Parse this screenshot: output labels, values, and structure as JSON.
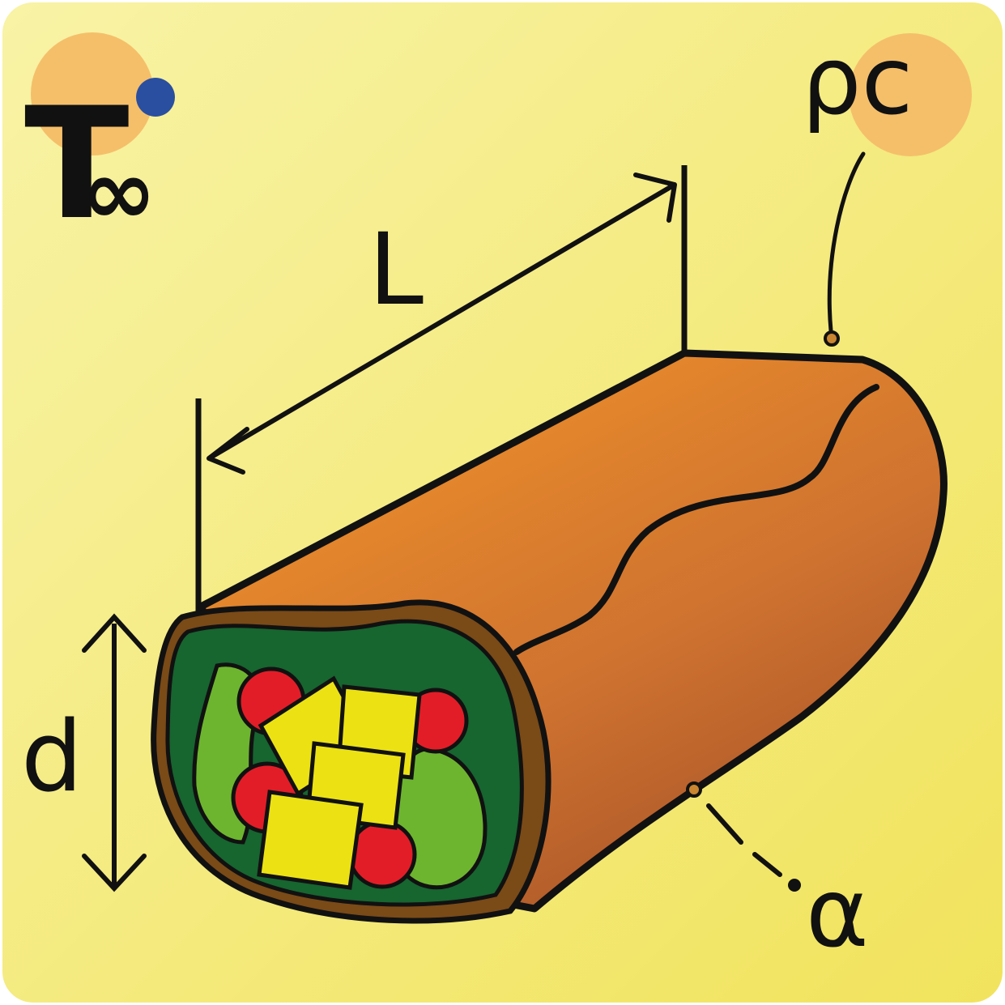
{
  "labels": {
    "ambient_temperature": "T",
    "ambient_subscript": "∞",
    "density_specific_heat": "ρc",
    "length": "L",
    "diameter": "d",
    "thermal_diffusivity": "α"
  },
  "colors": {
    "background_top": "#f7f2a3",
    "background_bottom": "#f2e464",
    "tortilla_light": "#e8892a",
    "tortilla_dark": "#b45c28",
    "tortilla_edge": "#7a4a17",
    "lettuce_dark": "#17652f",
    "lettuce_light": "#6db52f",
    "tomato": "#e31d27",
    "cheese": "#ece213",
    "highlight_circle": "#f5bf6a",
    "dot": "#2a4fa0",
    "ink": "#111111"
  }
}
